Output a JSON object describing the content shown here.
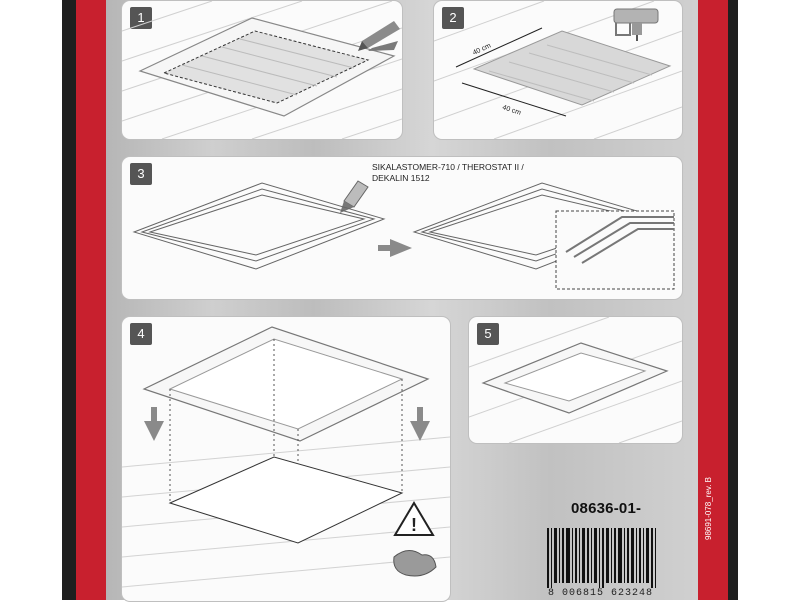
{
  "steps": [
    {
      "number": "1"
    },
    {
      "number": "2",
      "dim_width": "40 cm",
      "dim_length": "40 cm"
    },
    {
      "number": "3",
      "sealant_label": "SIKALASTOMER-710 / THEROSTAT II / DEKALIN 1512"
    },
    {
      "number": "4"
    },
    {
      "number": "5"
    }
  ],
  "article_code": "08636-01-",
  "barcode_digits": "8 006815 623248",
  "side_note": "98691-078_rev. B",
  "colors": {
    "accent_red": "#c8202e",
    "frame_dark": "#1f1f1f",
    "badge": "#555555"
  },
  "icons": [
    "pen-icon",
    "jigsaw-icon",
    "sealant-tube-icon",
    "arrow-right-icon",
    "arrow-down-icon",
    "warning-icon",
    "gloves-icon",
    "barcode-icon"
  ]
}
